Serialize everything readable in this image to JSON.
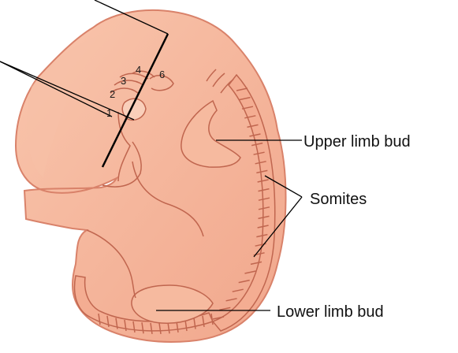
{
  "labels": {
    "upper_limb_bud": "Upper limb bud",
    "somites": "Somites",
    "lower_limb_bud": "Lower limb bud"
  },
  "pharyngeal_arches": [
    "1",
    "2",
    "3",
    "4",
    "6"
  ],
  "colors": {
    "body_fill": "#f5b59c",
    "body_outline": "#d9826a",
    "dark_outline": "#c0664f",
    "leader_line": "#000000"
  }
}
